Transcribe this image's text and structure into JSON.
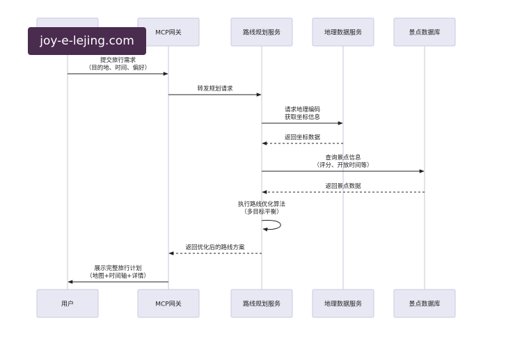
{
  "participants": [
    {
      "id": "user",
      "label": "用户"
    },
    {
      "id": "gateway",
      "label": "MCP网关"
    },
    {
      "id": "route",
      "label": "路线规划服务"
    },
    {
      "id": "geo",
      "label": "地理数据服务"
    },
    {
      "id": "poi",
      "label": "景点数据库"
    }
  ],
  "messages": [
    {
      "from": "user",
      "to": "gateway",
      "lines": [
        "提交旅行需求",
        "（目的地、时间、偏好）"
      ],
      "style": "solid"
    },
    {
      "from": "gateway",
      "to": "route",
      "lines": [
        "转发规划请求"
      ],
      "style": "solid"
    },
    {
      "from": "route",
      "to": "geo",
      "lines": [
        "请求地理编码",
        "获取坐标信息"
      ],
      "style": "solid"
    },
    {
      "from": "geo",
      "to": "route",
      "lines": [
        "返回坐标数据"
      ],
      "style": "dashed"
    },
    {
      "from": "route",
      "to": "poi",
      "lines": [
        "查询景点信息",
        "（评分、开放时间等）"
      ],
      "style": "solid"
    },
    {
      "from": "poi",
      "to": "route",
      "lines": [
        "返回景点数据"
      ],
      "style": "dashed"
    },
    {
      "from": "route",
      "to": "route",
      "lines": [
        "执行路线优化算法",
        "（多目标平衡）"
      ],
      "style": "self"
    },
    {
      "from": "route",
      "to": "gateway",
      "lines": [
        "返回优化后的路线方案"
      ],
      "style": "dashed"
    },
    {
      "from": "gateway",
      "to": "user",
      "lines": [
        "展示完整旅行计划",
        "（地图+时间轴+详情）"
      ],
      "style": "solid"
    }
  ],
  "watermark": "joy-e-lejing.com"
}
